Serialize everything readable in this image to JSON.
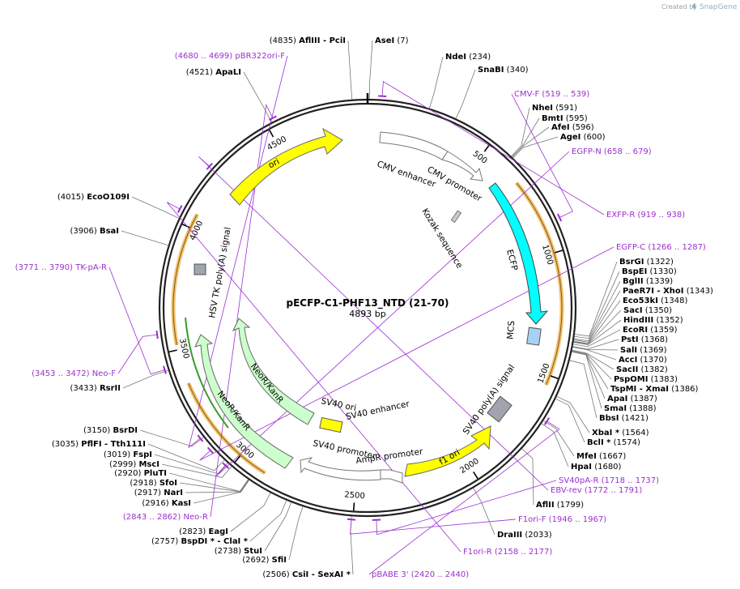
{
  "credit": {
    "created_by": "Created by",
    "brand": "SnapGene"
  },
  "plasmid": {
    "name": "pECFP-C1-PHF13_NTD (21-70)",
    "size_label": "4893 bp",
    "length": 4893
  },
  "colors": {
    "ori": "#ffff00",
    "cfp": "#00ffff",
    "neo": "#ccffcc",
    "mcs": "#a9d0f5",
    "term": "#a0a4ae",
    "primer": "#9b2fd0",
    "ring": "#222222",
    "highlight": "#f5a623"
  },
  "ticks": [
    {
      "bp": 500,
      "label": "500"
    },
    {
      "bp": 1000,
      "label": "1000"
    },
    {
      "bp": 1500,
      "label": "1500"
    },
    {
      "bp": 2000,
      "label": "2000"
    },
    {
      "bp": 2500,
      "label": "2500"
    },
    {
      "bp": 3000,
      "label": "3000"
    },
    {
      "bp": 3500,
      "label": "3500"
    },
    {
      "bp": 4000,
      "label": "4000"
    },
    {
      "bp": 4500,
      "label": "4500"
    }
  ],
  "features": [
    {
      "name": "CMV enhancer",
      "color": "#ffffff"
    },
    {
      "name": "CMV promoter",
      "color": "#ffffff"
    },
    {
      "name": "Kozak sequence",
      "color": "#ffffff"
    },
    {
      "name": "ECFP",
      "color": "#00ffff"
    },
    {
      "name": "MCS",
      "color": "#a9d0f5"
    },
    {
      "name": "SV40 poly(A) signal",
      "color": "#a0a4ae"
    },
    {
      "name": "f1 ori",
      "color": "#ffff00"
    },
    {
      "name": "AmpR promoter",
      "color": "#ffffff"
    },
    {
      "name": "SV40 promoter",
      "color": "#ffffff"
    },
    {
      "name": "SV40 ori",
      "color": "#ffff00"
    },
    {
      "name": "SV40 enhancer",
      "color": "#ffffff"
    },
    {
      "name": "NeoR/KanR",
      "color": "#ccffcc"
    },
    {
      "name": "HSV TK poly(A) signal",
      "color": "#a0a4ae"
    },
    {
      "name": "ori",
      "color": "#ffff00"
    }
  ],
  "sites": [
    {
      "name": "AseI",
      "pos": "(7)",
      "side": "r"
    },
    {
      "name": "AflIII  -  PciI",
      "pos": "(4835)",
      "side": "l"
    },
    {
      "name": "NdeI",
      "pos": "(234)",
      "side": "r"
    },
    {
      "name": "SnaBI",
      "pos": "(340)",
      "side": "r"
    },
    {
      "name": "NheI",
      "pos": "(591)",
      "side": "r"
    },
    {
      "name": "BmtI",
      "pos": "(595)",
      "side": "r"
    },
    {
      "name": "AfeI",
      "pos": "(596)",
      "side": "r"
    },
    {
      "name": "AgeI",
      "pos": "(600)",
      "side": "r"
    },
    {
      "name": "BsrGI",
      "pos": "(1322)",
      "side": "r"
    },
    {
      "name": "BspEI",
      "pos": "(1330)",
      "side": "r"
    },
    {
      "name": "BglII",
      "pos": "(1339)",
      "side": "r"
    },
    {
      "name": "PaeR7I  -  XhoI",
      "pos": "(1343)",
      "side": "r"
    },
    {
      "name": "Eco53kI",
      "pos": "(1348)",
      "side": "r"
    },
    {
      "name": "SacI",
      "pos": "(1350)",
      "side": "r"
    },
    {
      "name": "HindIII",
      "pos": "(1352)",
      "side": "r"
    },
    {
      "name": "EcoRI",
      "pos": "(1359)",
      "side": "r"
    },
    {
      "name": "PstI",
      "pos": "(1368)",
      "side": "r"
    },
    {
      "name": "SalI",
      "pos": "(1369)",
      "side": "r"
    },
    {
      "name": "AccI",
      "pos": "(1370)",
      "side": "r"
    },
    {
      "name": "SacII",
      "pos": "(1382)",
      "side": "r"
    },
    {
      "name": "PspOMI",
      "pos": "(1383)",
      "side": "r"
    },
    {
      "name": "TspMI  -  XmaI",
      "pos": "(1386)",
      "side": "r"
    },
    {
      "name": "ApaI",
      "pos": "(1387)",
      "side": "r"
    },
    {
      "name": "SmaI",
      "pos": "(1388)",
      "side": "r"
    },
    {
      "name": "BbsI",
      "pos": "(1421)",
      "side": "r"
    },
    {
      "name": "XbaI *",
      "pos": "(1564)",
      "side": "r"
    },
    {
      "name": "BclI *",
      "pos": "(1574)",
      "side": "r"
    },
    {
      "name": "MfeI",
      "pos": "(1667)",
      "side": "r"
    },
    {
      "name": "HpaI",
      "pos": "(1680)",
      "side": "r"
    },
    {
      "name": "AflII",
      "pos": "(1799)",
      "side": "r"
    },
    {
      "name": "DraIII",
      "pos": "(2033)",
      "side": "r"
    },
    {
      "name": "CsiI  -  SexAI *",
      "pos": "(2506)",
      "side": "l"
    },
    {
      "name": "SfiI",
      "pos": "(2692)",
      "side": "l"
    },
    {
      "name": "StuI",
      "pos": "(2738)",
      "side": "l"
    },
    {
      "name": "BspDI *  -  ClaI *",
      "pos": "(2757)",
      "side": "l"
    },
    {
      "name": "EagI",
      "pos": "(2823)",
      "side": "l"
    },
    {
      "name": "KasI",
      "pos": "(2916)",
      "side": "l"
    },
    {
      "name": "NarI",
      "pos": "(2917)",
      "side": "l"
    },
    {
      "name": "SfoI",
      "pos": "(2918)",
      "side": "l"
    },
    {
      "name": "PluTI",
      "pos": "(2920)",
      "side": "l"
    },
    {
      "name": "MscI",
      "pos": "(2999)",
      "side": "l"
    },
    {
      "name": "FspI",
      "pos": "(3019)",
      "side": "l"
    },
    {
      "name": "PflFI  -  Tth111I",
      "pos": "(3035)",
      "side": "l"
    },
    {
      "name": "BsrDI",
      "pos": "(3150)",
      "side": "l"
    },
    {
      "name": "RsrII",
      "pos": "(3433)",
      "side": "l"
    },
    {
      "name": "BsaI",
      "pos": "(3906)",
      "side": "l"
    },
    {
      "name": "EcoO109I",
      "pos": "(4015)",
      "side": "l"
    },
    {
      "name": "ApaLI",
      "pos": "(4521)",
      "side": "l"
    }
  ],
  "primers": [
    {
      "name": "pBR322ori-F",
      "range": "(4680 .. 4699)",
      "side": "l"
    },
    {
      "name": "CMV-F",
      "range": "(519 .. 539)",
      "side": "r"
    },
    {
      "name": "EGFP-N",
      "range": "(658 .. 679)",
      "side": "r"
    },
    {
      "name": "EXFP-R",
      "range": "(919 .. 938)",
      "side": "r"
    },
    {
      "name": "EGFP-C",
      "range": "(1266 .. 1287)",
      "side": "r"
    },
    {
      "name": "SV40pA-R",
      "range": "(1718 .. 1737)",
      "side": "r"
    },
    {
      "name": "EBV-rev",
      "range": "(1772 .. 1791)",
      "side": "r"
    },
    {
      "name": "F1ori-F",
      "range": "(1946 .. 1967)",
      "side": "r"
    },
    {
      "name": "F1ori-R",
      "range": "(2158 .. 2177)",
      "side": "r"
    },
    {
      "name": "pBABE 3'",
      "range": "(2420 .. 2440)",
      "side": "r"
    },
    {
      "name": "Neo-R",
      "range": "(2843 .. 2862)",
      "side": "l"
    },
    {
      "name": "Neo-F",
      "range": "(3453 .. 3472)",
      "side": "l"
    },
    {
      "name": "TK-pA-R",
      "range": "(3771 .. 3790)",
      "side": "l"
    }
  ]
}
